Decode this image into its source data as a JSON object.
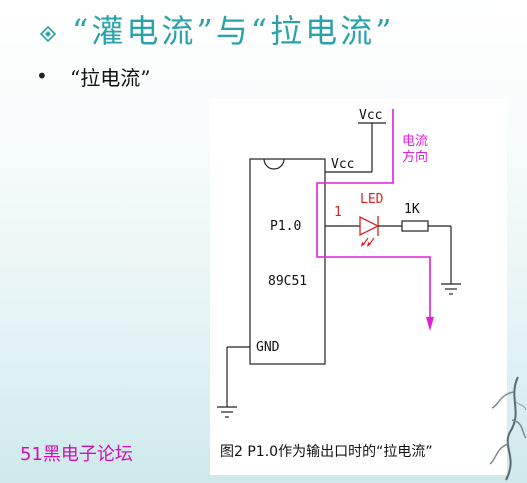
{
  "slide": {
    "title": "“灌电流”与“拉电流”",
    "bullet": "“拉电流”",
    "watermark": "51黑电子论坛"
  },
  "figure": {
    "vcc_top": "Vcc",
    "vcc_chip": "Vcc",
    "pin_p10": "P1.0",
    "chip_name": "89C51",
    "gnd": "GND",
    "led": "LED",
    "resistor": "1K",
    "logic_level": "1",
    "current_label_1": "电流",
    "current_label_2": "方向",
    "caption": "图2 P1.0作为输出口时的“拉电流”"
  },
  "colors": {
    "title": "#2aa3a8",
    "current_path": "#e020d8",
    "led": "#e02020",
    "watermark": "#d010b8"
  }
}
